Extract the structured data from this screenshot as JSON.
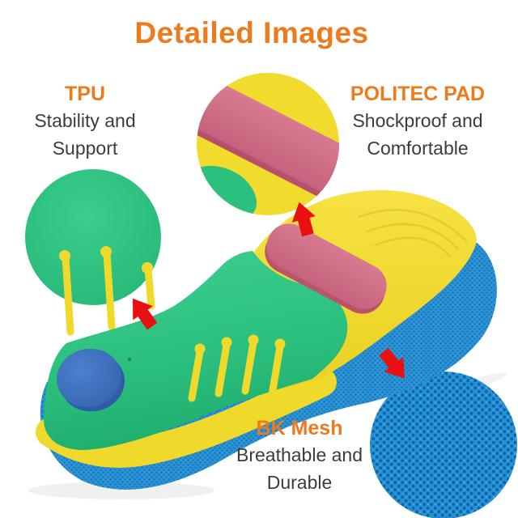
{
  "title": {
    "text": "Detailed Images",
    "color": "#EE7A1E"
  },
  "callouts": {
    "tpu": {
      "heading": "TPU",
      "lines": [
        "Stability and",
        "Support"
      ]
    },
    "politec": {
      "heading": "POLITEC PAD",
      "lines": [
        "Shockproof and",
        "Comfortable"
      ]
    },
    "bk_mesh": {
      "heading": "BK Mesh",
      "lines": [
        "Breathable and",
        "Durable"
      ]
    }
  },
  "colors": {
    "background": "#FFFFFF",
    "heading_orange": "#EE7A1E",
    "body_text": "#3C3C3C",
    "insole_green": "#2CC07F",
    "insole_yellow": "#F2DC2E",
    "pad_pink": "#D06E86",
    "mesh_blue": "#2B92D4",
    "heel_button_blue": "#3D70BC",
    "arrow_red": "#E81010"
  },
  "icons": {
    "arrows": [
      "tpu-arrow",
      "politec-arrow",
      "bk-mesh-arrow"
    ]
  }
}
